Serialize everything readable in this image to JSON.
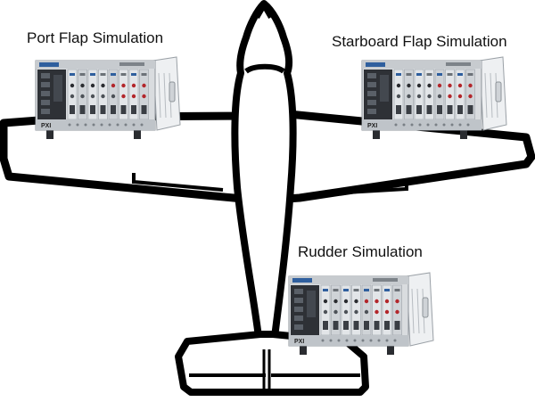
{
  "labels": {
    "port": "Port Flap Simulation",
    "starboard": "Starboard Flap Simulation",
    "rudder": "Rudder Simulation"
  },
  "chassis_badge": "PXI",
  "colors": {
    "outline": "#000000",
    "airframe_fill": "#ffffff",
    "chassis_body": "#d9dcdf",
    "chassis_dark": "#2a2c30",
    "module_blue": "#2f5f9e",
    "module_red": "#b3262b"
  }
}
